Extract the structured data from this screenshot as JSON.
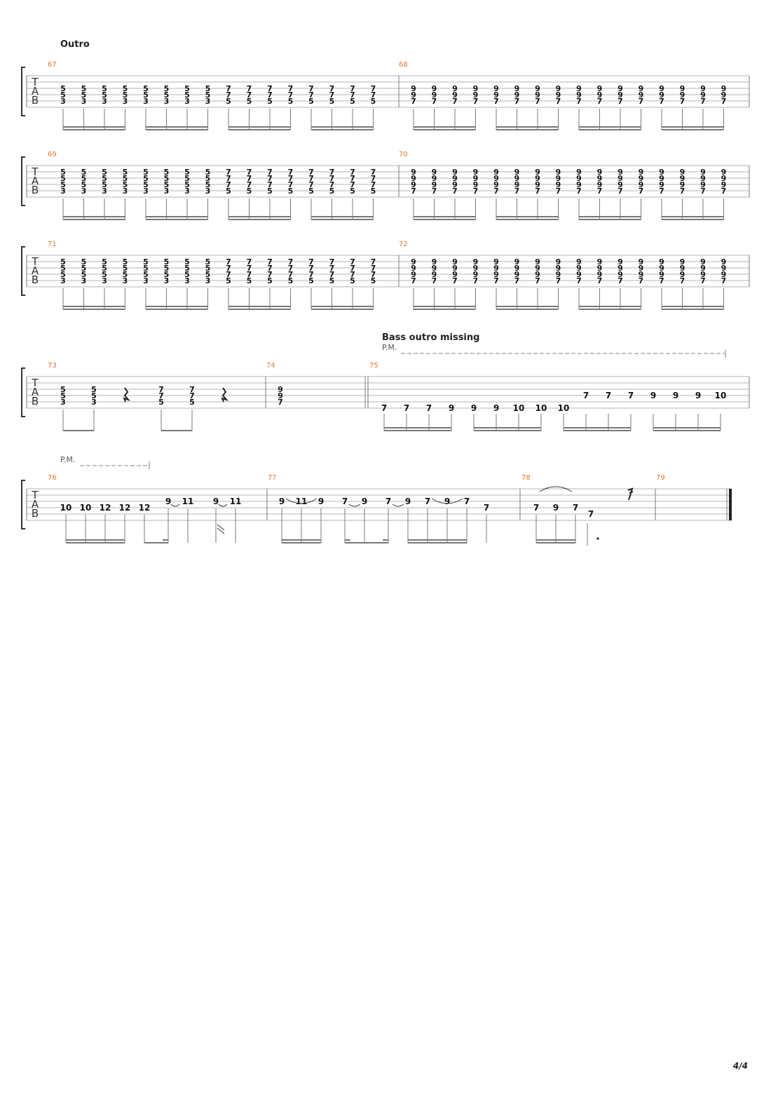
{
  "section_labels": {
    "outro": "Outro",
    "bass_missing": "Bass outro missing"
  },
  "pm_label": "P.M.",
  "tab_clef": [
    "T",
    "A",
    "B"
  ],
  "page_number": "4/4",
  "systems": [
    {
      "measures": [
        {
          "number": "67",
          "chords": [
            [
              "5",
              "5",
              "3"
            ],
            [
              "5",
              "5",
              "3"
            ],
            [
              "5",
              "5",
              "3"
            ],
            [
              "5",
              "5",
              "3"
            ],
            [
              "5",
              "5",
              "3"
            ],
            [
              "5",
              "5",
              "3"
            ],
            [
              "5",
              "5",
              "3"
            ],
            [
              "5",
              "5",
              "3"
            ],
            [
              "7",
              "7",
              "5"
            ],
            [
              "7",
              "7",
              "5"
            ],
            [
              "7",
              "7",
              "5"
            ],
            [
              "7",
              "7",
              "5"
            ],
            [
              "7",
              "7",
              "5"
            ],
            [
              "7",
              "7",
              "5"
            ],
            [
              "7",
              "7",
              "5"
            ],
            [
              "7",
              "7",
              "5"
            ]
          ]
        },
        {
          "number": "68",
          "chords": [
            [
              "9",
              "9",
              "7"
            ],
            [
              "9",
              "9",
              "7"
            ],
            [
              "9",
              "9",
              "7"
            ],
            [
              "9",
              "9",
              "7"
            ],
            [
              "9",
              "9",
              "7"
            ],
            [
              "9",
              "9",
              "7"
            ],
            [
              "9",
              "9",
              "7"
            ],
            [
              "9",
              "9",
              "7"
            ],
            [
              "9",
              "9",
              "7"
            ],
            [
              "9",
              "9",
              "7"
            ],
            [
              "9",
              "9",
              "7"
            ],
            [
              "9",
              "9",
              "7"
            ],
            [
              "9",
              "9",
              "7"
            ],
            [
              "9",
              "9",
              "7"
            ],
            [
              "9",
              "9",
              "7"
            ],
            [
              "9",
              "9",
              "7"
            ]
          ]
        }
      ]
    },
    {
      "measures": [
        {
          "number": "69",
          "chords": [
            [
              "5",
              "5",
              "5",
              "3"
            ],
            [
              "5",
              "5",
              "5",
              "3"
            ],
            [
              "5",
              "5",
              "5",
              "3"
            ],
            [
              "5",
              "5",
              "5",
              "3"
            ],
            [
              "5",
              "5",
              "5",
              "3"
            ],
            [
              "5",
              "5",
              "5",
              "3"
            ],
            [
              "5",
              "5",
              "5",
              "3"
            ],
            [
              "5",
              "5",
              "5",
              "3"
            ],
            [
              "7",
              "7",
              "7",
              "5"
            ],
            [
              "7",
              "7",
              "7",
              "5"
            ],
            [
              "7",
              "7",
              "7",
              "5"
            ],
            [
              "7",
              "7",
              "7",
              "5"
            ],
            [
              "7",
              "7",
              "7",
              "5"
            ],
            [
              "7",
              "7",
              "7",
              "5"
            ],
            [
              "7",
              "7",
              "7",
              "5"
            ],
            [
              "7",
              "7",
              "7",
              "5"
            ]
          ]
        },
        {
          "number": "70",
          "chords": [
            [
              "9",
              "9",
              "9",
              "7"
            ],
            [
              "9",
              "9",
              "9",
              "7"
            ],
            [
              "9",
              "9",
              "9",
              "7"
            ],
            [
              "9",
              "9",
              "9",
              "7"
            ],
            [
              "9",
              "9",
              "9",
              "7"
            ],
            [
              "9",
              "9",
              "9",
              "7"
            ],
            [
              "9",
              "9",
              "9",
              "7"
            ],
            [
              "9",
              "9",
              "9",
              "7"
            ],
            [
              "9",
              "9",
              "9",
              "7"
            ],
            [
              "9",
              "9",
              "9",
              "7"
            ],
            [
              "9",
              "9",
              "9",
              "7"
            ],
            [
              "9",
              "9",
              "9",
              "7"
            ],
            [
              "9",
              "9",
              "9",
              "7"
            ],
            [
              "9",
              "9",
              "9",
              "7"
            ],
            [
              "9",
              "9",
              "9",
              "7"
            ],
            [
              "9",
              "9",
              "9",
              "7"
            ]
          ]
        }
      ]
    },
    {
      "measures": [
        {
          "number": "71",
          "chords": [
            [
              "5",
              "5",
              "5",
              "3"
            ],
            [
              "5",
              "5",
              "5",
              "3"
            ],
            [
              "5",
              "5",
              "5",
              "3"
            ],
            [
              "5",
              "5",
              "5",
              "3"
            ],
            [
              "5",
              "5",
              "5",
              "3"
            ],
            [
              "5",
              "5",
              "5",
              "3"
            ],
            [
              "5",
              "5",
              "5",
              "3"
            ],
            [
              "5",
              "5",
              "5",
              "3"
            ],
            [
              "7",
              "7",
              "7",
              "5"
            ],
            [
              "7",
              "7",
              "7",
              "5"
            ],
            [
              "7",
              "7",
              "7",
              "5"
            ],
            [
              "7",
              "7",
              "7",
              "5"
            ],
            [
              "7",
              "7",
              "7",
              "5"
            ],
            [
              "7",
              "7",
              "7",
              "5"
            ],
            [
              "7",
              "7",
              "7",
              "5"
            ],
            [
              "7",
              "7",
              "7",
              "5"
            ]
          ]
        },
        {
          "number": "72",
          "chords": [
            [
              "9",
              "9",
              "9",
              "7"
            ],
            [
              "9",
              "9",
              "9",
              "7"
            ],
            [
              "9",
              "9",
              "9",
              "7"
            ],
            [
              "9",
              "9",
              "9",
              "7"
            ],
            [
              "9",
              "9",
              "9",
              "7"
            ],
            [
              "9",
              "9",
              "9",
              "7"
            ],
            [
              "9",
              "9",
              "9",
              "7"
            ],
            [
              "9",
              "9",
              "9",
              "7"
            ],
            [
              "9",
              "9",
              "9",
              "7"
            ],
            [
              "9",
              "9",
              "9",
              "7"
            ],
            [
              "9",
              "9",
              "9",
              "7"
            ],
            [
              "9",
              "9",
              "9",
              "7"
            ],
            [
              "9",
              "9",
              "9",
              "7"
            ],
            [
              "9",
              "9",
              "9",
              "7"
            ],
            [
              "9",
              "9",
              "9",
              "7"
            ],
            [
              "9",
              "9",
              "9",
              "7"
            ]
          ]
        }
      ]
    },
    {
      "measures": [
        {
          "number": "73",
          "chords": [
            [
              "5",
              "5",
              "3"
            ],
            [
              "5",
              "5",
              "3"
            ],
            [
              "7",
              "7",
              "5"
            ],
            [
              "7",
              "7",
              "5"
            ]
          ]
        },
        {
          "number": "74",
          "chords": [
            [
              "9",
              "9",
              "7"
            ]
          ]
        },
        {
          "number": "75",
          "notes": [
            "7",
            "7",
            "7",
            "9",
            "9",
            "9",
            "10",
            "10",
            "10",
            "7",
            "7",
            "7",
            "9",
            "9",
            "9",
            "10"
          ]
        }
      ]
    },
    {
      "measures": [
        {
          "number": "76",
          "notes": [
            "10",
            "10",
            "12",
            "12",
            "12",
            "9",
            "11",
            "9",
            "11"
          ]
        },
        {
          "number": "77",
          "notes": [
            "9",
            "11",
            "9",
            "7",
            "9",
            "7",
            "9",
            "7",
            "9",
            "7",
            "7"
          ]
        },
        {
          "number": "78",
          "notes": [
            "7",
            "9",
            "7",
            "7"
          ]
        },
        {
          "number": "79",
          "notes": []
        }
      ]
    }
  ]
}
